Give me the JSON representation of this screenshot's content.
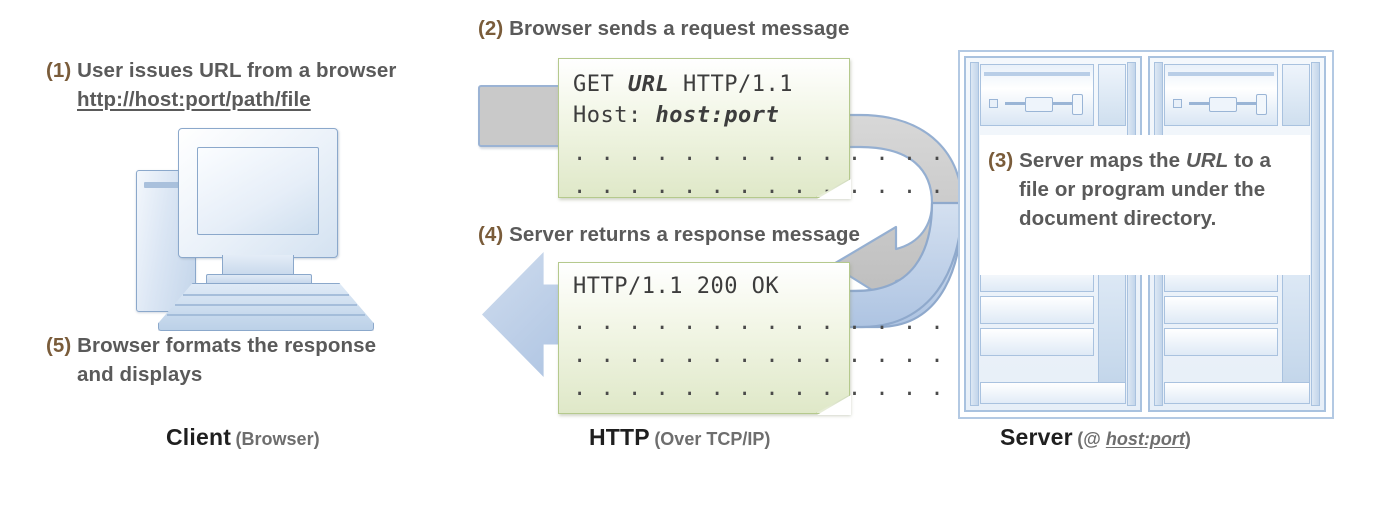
{
  "diagram": {
    "title": "HTTP Client-Server Request Response Flow",
    "colors": {
      "message_box_border": "#b5c98d",
      "message_box_fill": "#dfe8c8",
      "arrow_blue": "#b6cae5",
      "ribbon_gray": "#c9c9c9",
      "device_blue": "#a9c2df",
      "step_text": "#5a5a5a",
      "step_number": "#7a5c3a"
    }
  },
  "steps": {
    "step1": {
      "number": "(1)",
      "text": "User issues URL from a browser",
      "url": "http://host:port/path/file"
    },
    "step2": {
      "number": "(2)",
      "text": "Browser sends a request  message"
    },
    "step3": {
      "number": "(3)",
      "line1_pre": "Server maps the ",
      "line1_em": "URL",
      "line1_post": " to a",
      "line2": "file or program under the",
      "line3": "document directory."
    },
    "step4": {
      "number": "(4)",
      "text": "Server returns a response message"
    },
    "step5": {
      "number": "(5)",
      "line1": "Browser formats the response",
      "line2": "and displays"
    }
  },
  "request_message": {
    "line1_method": "GET ",
    "line1_em": "URL",
    "line1_post": " HTTP/1.1",
    "line2_pre": "Host: ",
    "line2_em": "host:port",
    "dots1": ". . . . . . . . . . . . . . . .",
    "dots2": ". . . . . . . . . . . . . . . ."
  },
  "response_message": {
    "status_line": "HTTP/1.1 200 OK",
    "dots1": ". . . . . . . . . . . . . . .",
    "dots2": ". . . . . . . . . . . . . . .",
    "dots3": ". . . . . . . . . . . . . . ."
  },
  "captions": {
    "client": {
      "main": "Client",
      "sub": "(Browser)"
    },
    "http": {
      "main": "HTTP",
      "sub": "(Over TCP/IP)"
    },
    "server": {
      "main": "Server",
      "sub_pre": "(@ ",
      "sub_em": "host:port",
      "sub_post": ")"
    }
  }
}
